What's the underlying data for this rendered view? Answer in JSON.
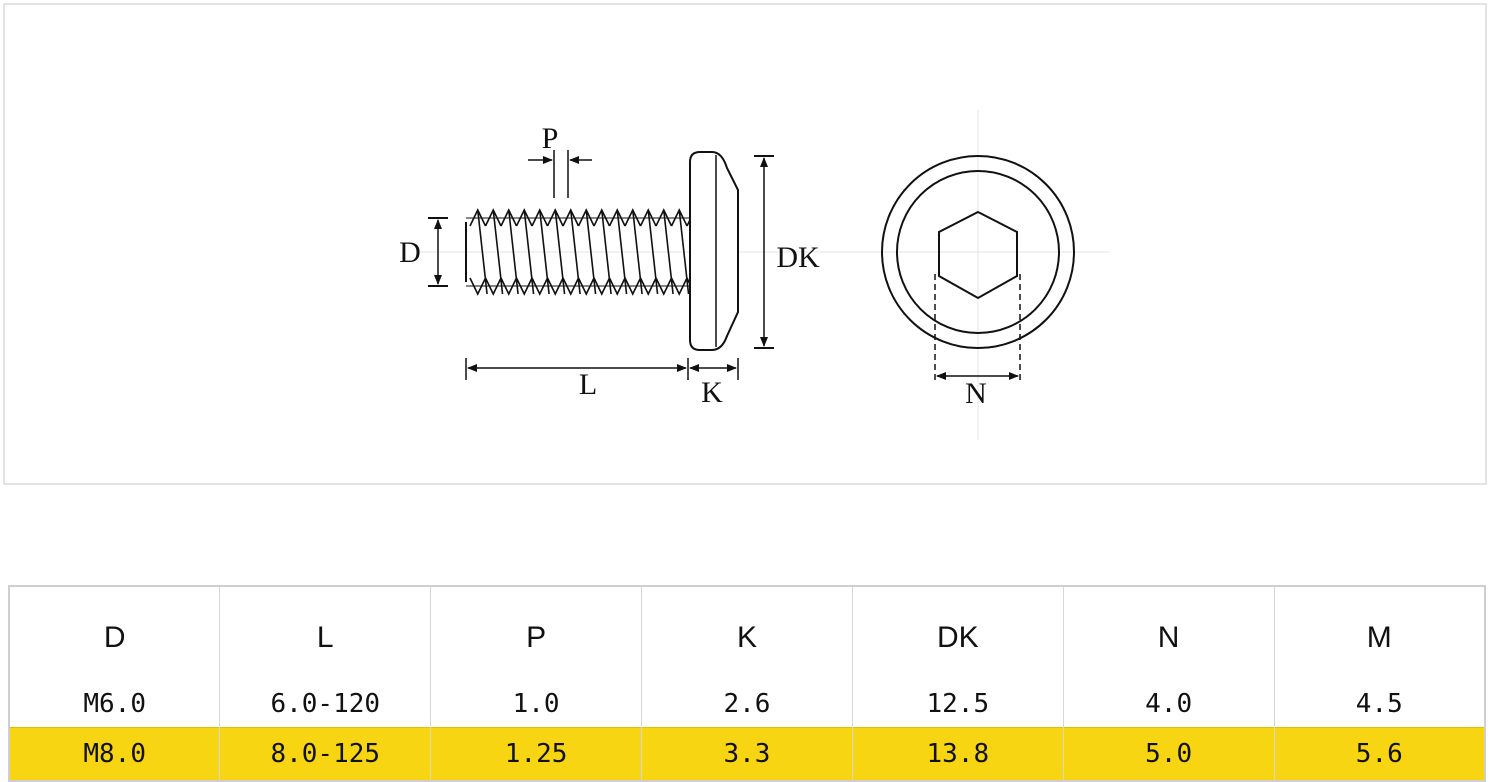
{
  "drawing": {
    "labels": {
      "pitch": "P",
      "diameter": "D",
      "length": "L",
      "head_height": "K",
      "head_diameter": "DK",
      "socket": "N"
    }
  },
  "table": {
    "headers": [
      "D",
      "L",
      "P",
      "K",
      "DK",
      "N",
      "M"
    ],
    "rows": [
      {
        "values": [
          "M6.0",
          "6.0-120",
          "1.0",
          "2.6",
          "12.5",
          "4.0",
          "4.5"
        ],
        "highlight": false
      },
      {
        "values": [
          "M8.0",
          "8.0-125",
          "1.25",
          "3.3",
          "13.8",
          "5.0",
          "5.6"
        ],
        "highlight": true
      }
    ]
  },
  "colors": {
    "highlight_row": "#f7d512",
    "frame_border": "#e3e3e3"
  }
}
